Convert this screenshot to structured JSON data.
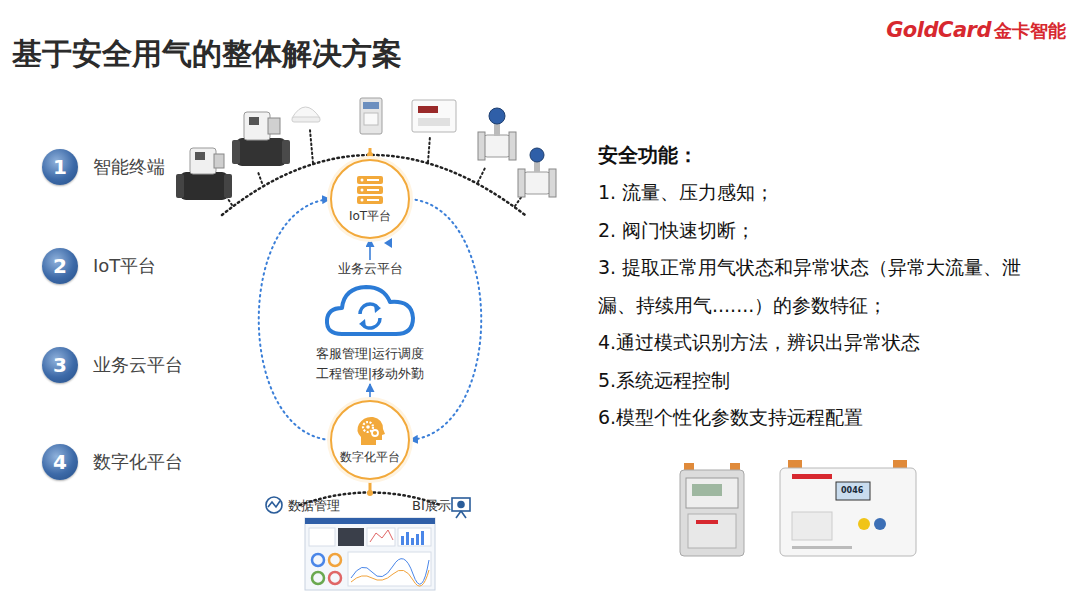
{
  "diagram": {
    "title": "基于安全用气的整体解决方案",
    "nodes": [
      {
        "text": [
          "1",
          "智能终端"
        ]
      },
      {
        "text": [
          "2",
          "IoT平台"
        ]
      },
      {
        "text": [
          "3",
          "业务云平台"
        ]
      },
      {
        "text": [
          "4",
          "数字化平台"
        ]
      },
      {
        "text": [
          "IoT平台"
        ]
      },
      {
        "text": [
          "业务云平台",
          "客服管理|运行调度",
          "工程管理|移动外勤"
        ]
      },
      {
        "text": [
          "数字化平台"
        ]
      }
    ],
    "edges": [
      {
        "from": 5,
        "to": 4,
        "arrow": "to"
      },
      {
        "from": 6,
        "to": 5,
        "arrow": "to"
      },
      {
        "from": 6,
        "to": 4,
        "arrow": "to"
      },
      {
        "from": 4,
        "to": 6,
        "arrow": "to"
      }
    ],
    "labels": [
      "GoldCard",
      "金卡智能",
      "数据管理",
      "BI展示",
      "安全功能：",
      "1. 流量、压力感知；",
      "2. 阀门快速切断；",
      "3. 提取正常用气状态和异常状态（异常大流量、泄漏、持续用气.......）的参数特征；",
      "4.通过模式识别方法，辨识出异常状态",
      "5.系统远程控制",
      "6.模型个性化参数支持远程配置",
      "0046"
    ]
  }
}
